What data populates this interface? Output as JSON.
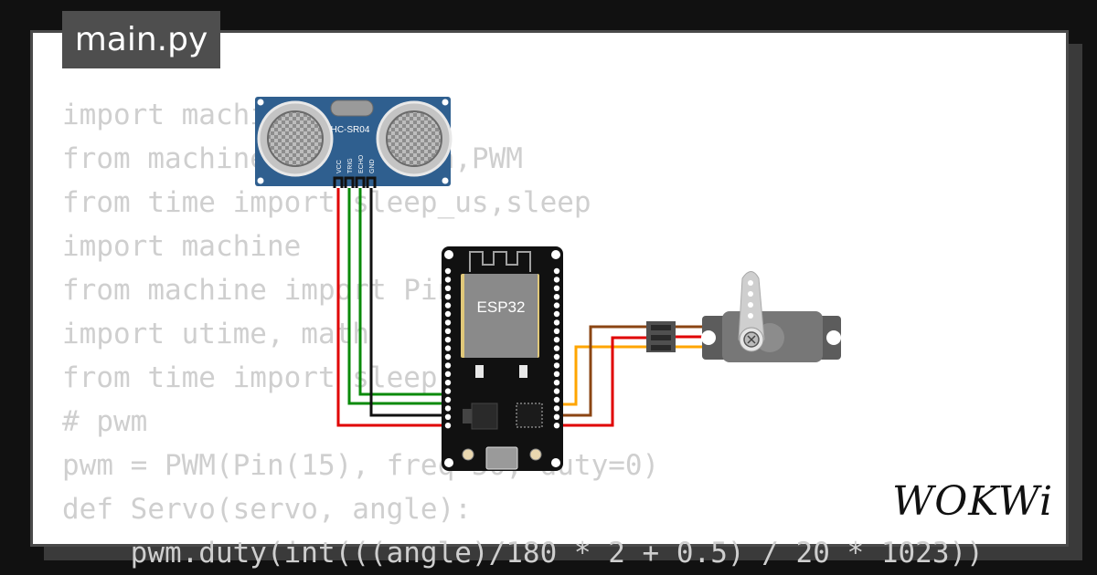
{
  "tab": {
    "filename": "main.py"
  },
  "code": {
    "lines": [
      "import machine",
      "from machine import Pin,PWM",
      "from time import sleep_us,sleep",
      "import machine",
      "from machine import Pin",
      "import utime, math",
      "from time import sleep",
      "# pwm",
      "pwm = PWM(Pin(15), freq=50, duty=0)",
      "def Servo(servo, angle):",
      "    pwm.duty(int(((angle)/180 * 2 + 0.5) / 20 * 1023))"
    ]
  },
  "components": {
    "sensor": {
      "label": "HC-SR04",
      "pins": [
        "VCC",
        "TRIG",
        "ECHO",
        "GND"
      ]
    },
    "board": {
      "label": "ESP32"
    }
  },
  "logo": {
    "text": "WOKWi"
  },
  "colors": {
    "background": "#111111",
    "card": "#ffffff",
    "tab": "#4e4e4e",
    "code_text": "#cfcfcf",
    "sensor_board": "#2f5f8f",
    "esp32_board": "#111111",
    "esp32_chip": "#8a8a8a",
    "wire_red": "#e00000",
    "wire_green": "#0a8a0a",
    "wire_black": "#111111",
    "wire_brown": "#8b4513",
    "wire_orange": "#ffa500",
    "servo_body": "#5c5c5c"
  }
}
